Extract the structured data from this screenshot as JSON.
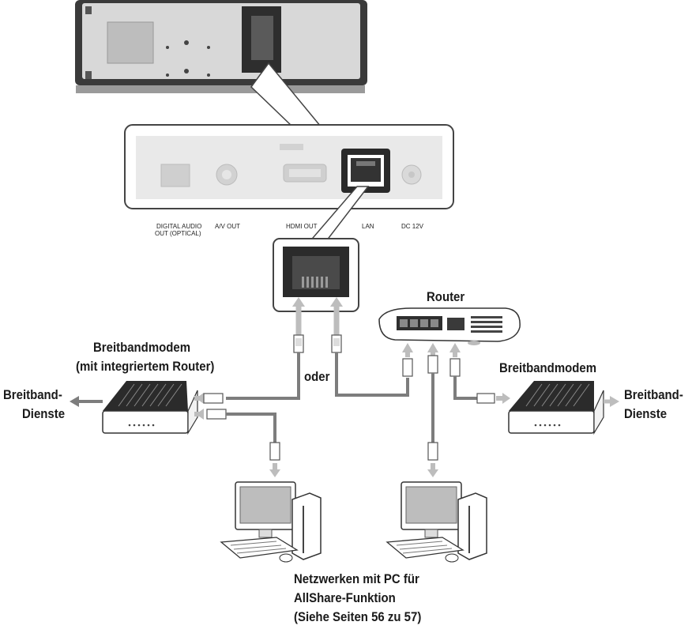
{
  "port_labels": {
    "digital_audio": "DIGITAL AUDIO",
    "optical": "OUT (OPTICAL)",
    "av_out": "A/V OUT",
    "hdmi_out": "HDMI OUT",
    "lan": "LAN",
    "dc": "DC 12V"
  },
  "labels": {
    "router": "Router",
    "modem_with_router_1": "Breitbandmodem",
    "modem_with_router_2": "(mit integriertem Router)",
    "oder": "oder",
    "modem": "Breitbandmodem",
    "services_left_1": "Breitband-",
    "services_left_2": "Dienste",
    "services_right_1": "Breitband-",
    "services_right_2": "Dienste",
    "pc_1": "Netzwerken mit PC für",
    "pc_2": "AllShare-Funktion",
    "pc_3": "(Siehe Seiten 56 zu 57)"
  },
  "colors": {
    "cable": "#7d7d7d",
    "cable_light": "#c0c0c0",
    "device": "#2a2a2a",
    "panel": "#e8e8e8"
  }
}
